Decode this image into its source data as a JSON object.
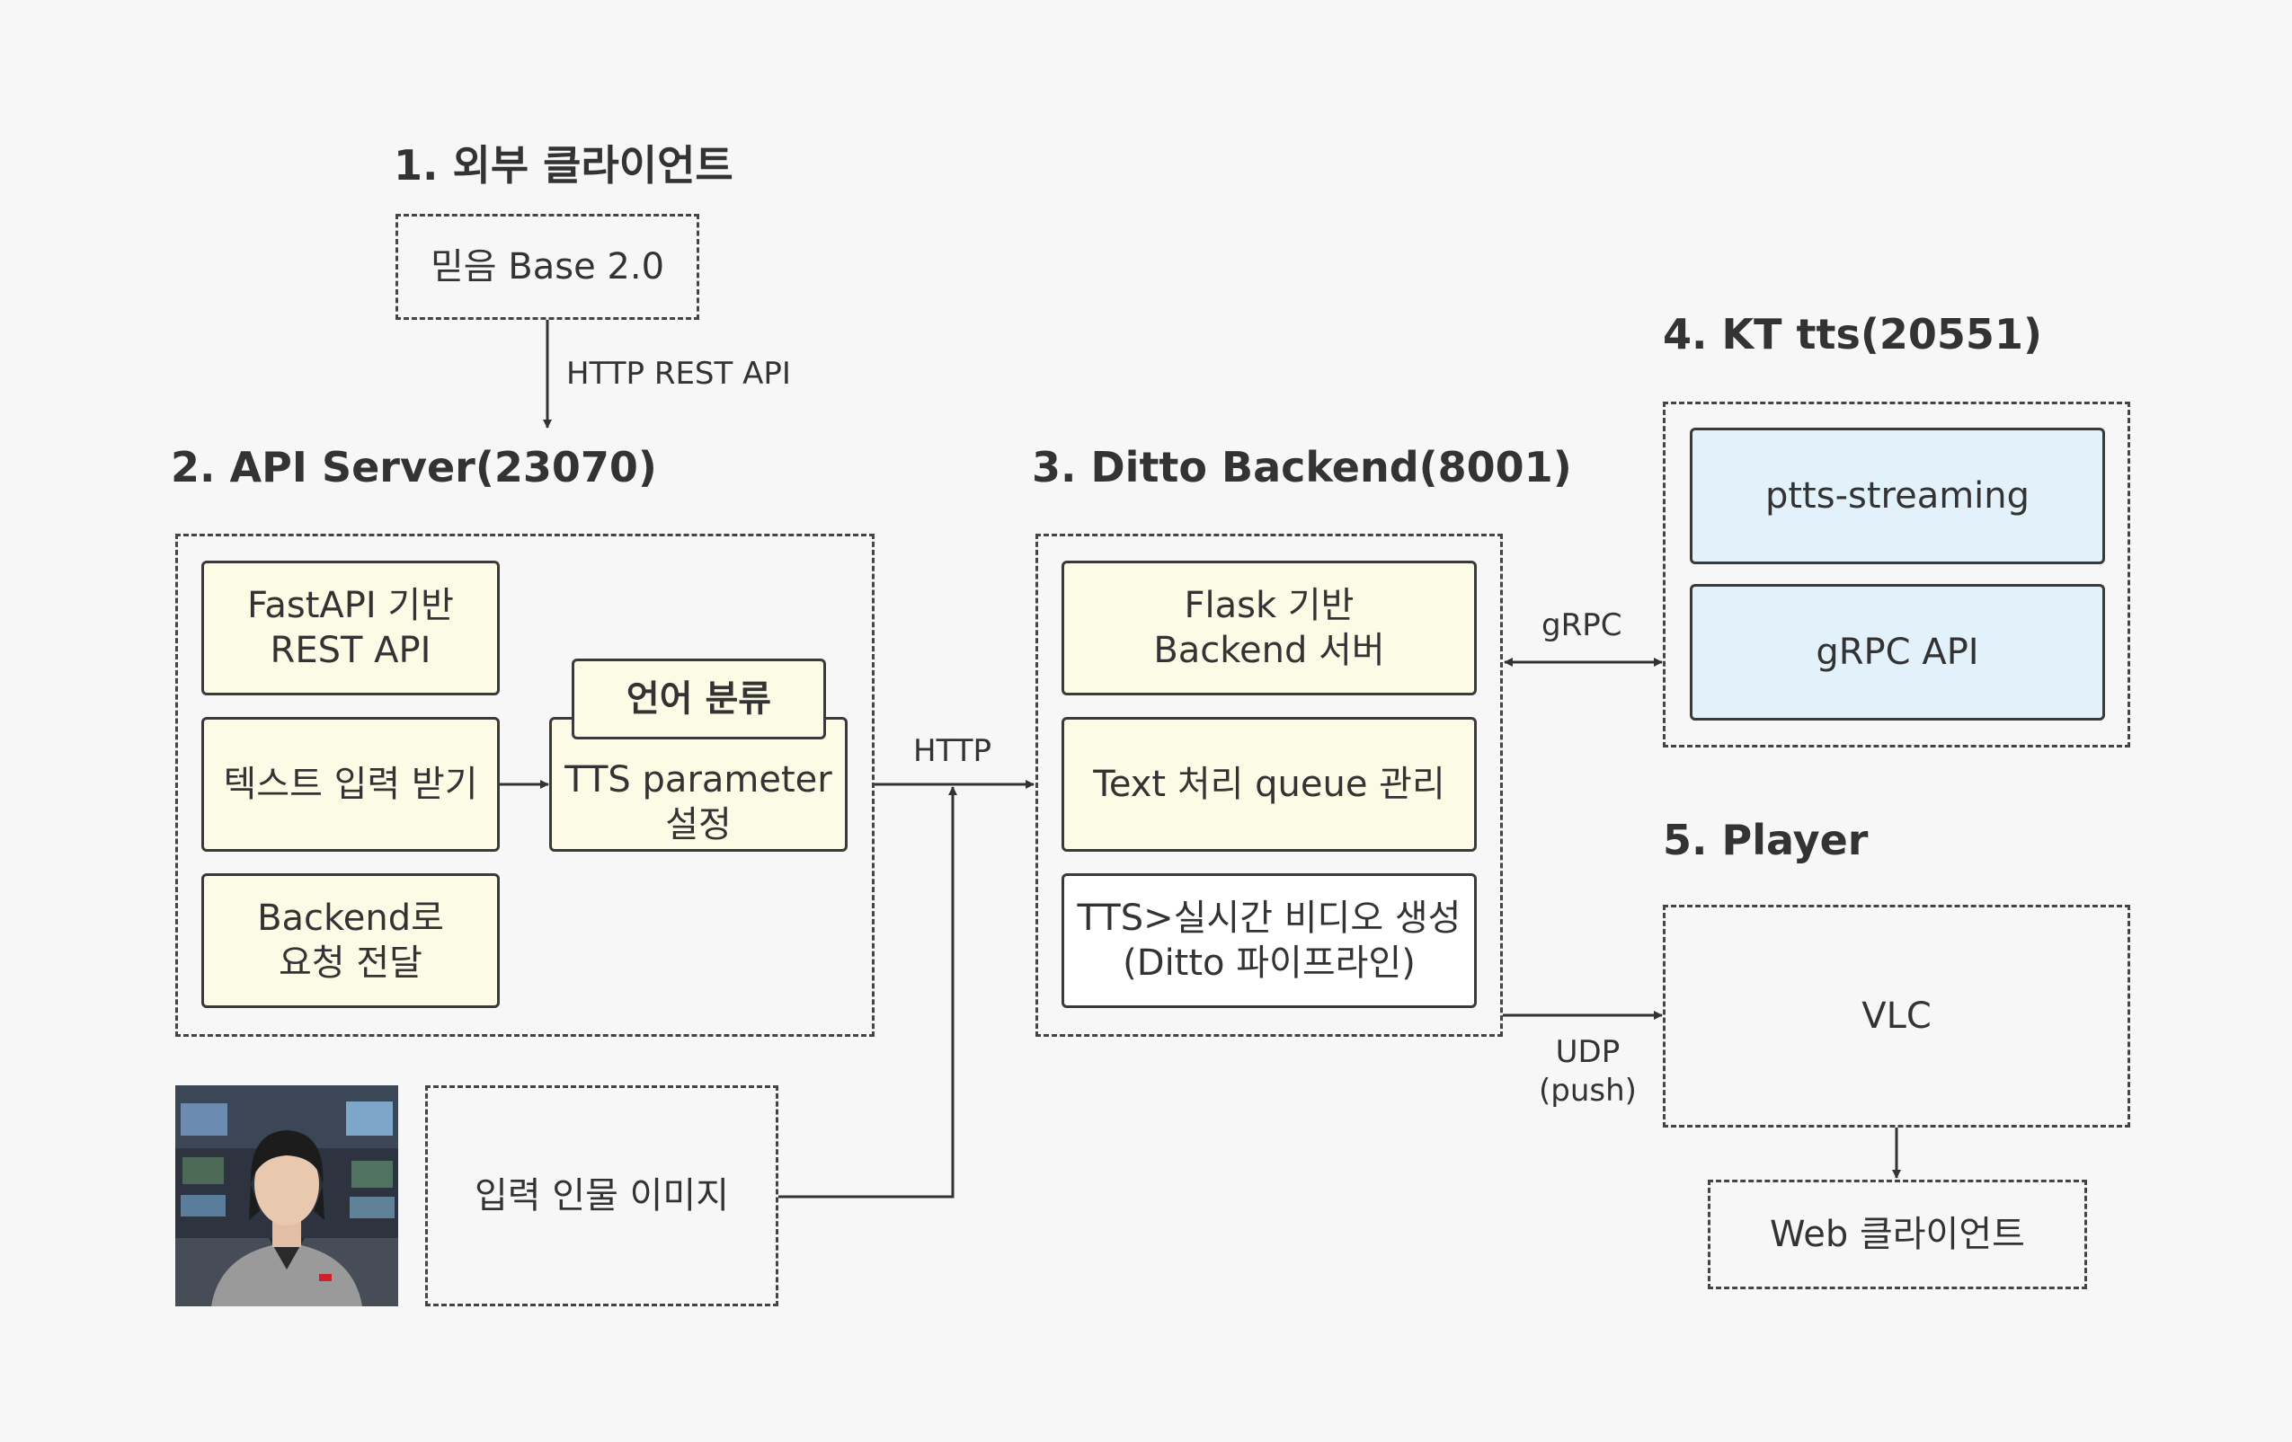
{
  "sections": {
    "client_title": "1. 외부 클라이언트",
    "api_title": "2. API Server(23070)",
    "ditto_title": "3. Ditto Backend(8001)",
    "kt_title": "4. KT tts(20551)",
    "player_title": "5. Player"
  },
  "client": {
    "box": "믿음 Base 2.0"
  },
  "api": {
    "fastapi": "FastAPI 기반\nREST API",
    "text_input": "텍스트 입력 받기",
    "backend_req": "Backend로\n요청 전달",
    "lang_class": "언어 분류",
    "tts_param": "TTS parameter\n설정"
  },
  "ditto": {
    "flask": "Flask 기반\nBackend 서버",
    "queue": "Text 처리 queue 관리",
    "video": "TTS>실시간 비디오 생성\n(Ditto 파이프라인)"
  },
  "kt": {
    "streaming": "ptts-streaming",
    "grpc_api": "gRPC API"
  },
  "player": {
    "vlc": "VLC",
    "web": "Web 클라이언트"
  },
  "input_image": {
    "label": "입력 인물 이미지"
  },
  "edges": {
    "http_rest": "HTTP REST API",
    "http": "HTTP",
    "grpc": "gRPC",
    "udp": "UDP\n(push)"
  },
  "colors": {
    "yellow": "#fcfbe5",
    "blue": "#e3f1fb",
    "border": "#3a3a3a"
  }
}
